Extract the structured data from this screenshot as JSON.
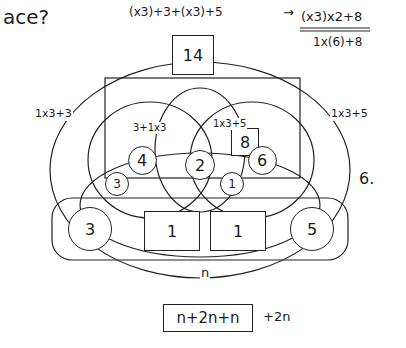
{
  "diagram": {
    "nodes": [
      {
        "text": [
          "14"
        ]
      },
      {
        "text": [
          "8"
        ]
      },
      {
        "text": [
          "4"
        ]
      },
      {
        "text": [
          "2"
        ]
      },
      {
        "text": [
          "6"
        ]
      },
      {
        "text": [
          "3"
        ]
      },
      {
        "text": [
          "1"
        ]
      },
      {
        "text": [
          "3"
        ]
      },
      {
        "text": [
          "1"
        ]
      },
      {
        "text": [
          "1"
        ]
      },
      {
        "text": [
          "5"
        ]
      },
      {
        "text": [
          "n+2n+n"
        ]
      }
    ],
    "labels": [
      "ace?",
      "(x3)+3+(x3)+5",
      "→",
      "(x3)x2+8",
      "1x(6)+8",
      "1x3+3",
      "3+1x3",
      "1x3+5",
      "1x3+5",
      "6.",
      "n",
      "+2n"
    ]
  }
}
